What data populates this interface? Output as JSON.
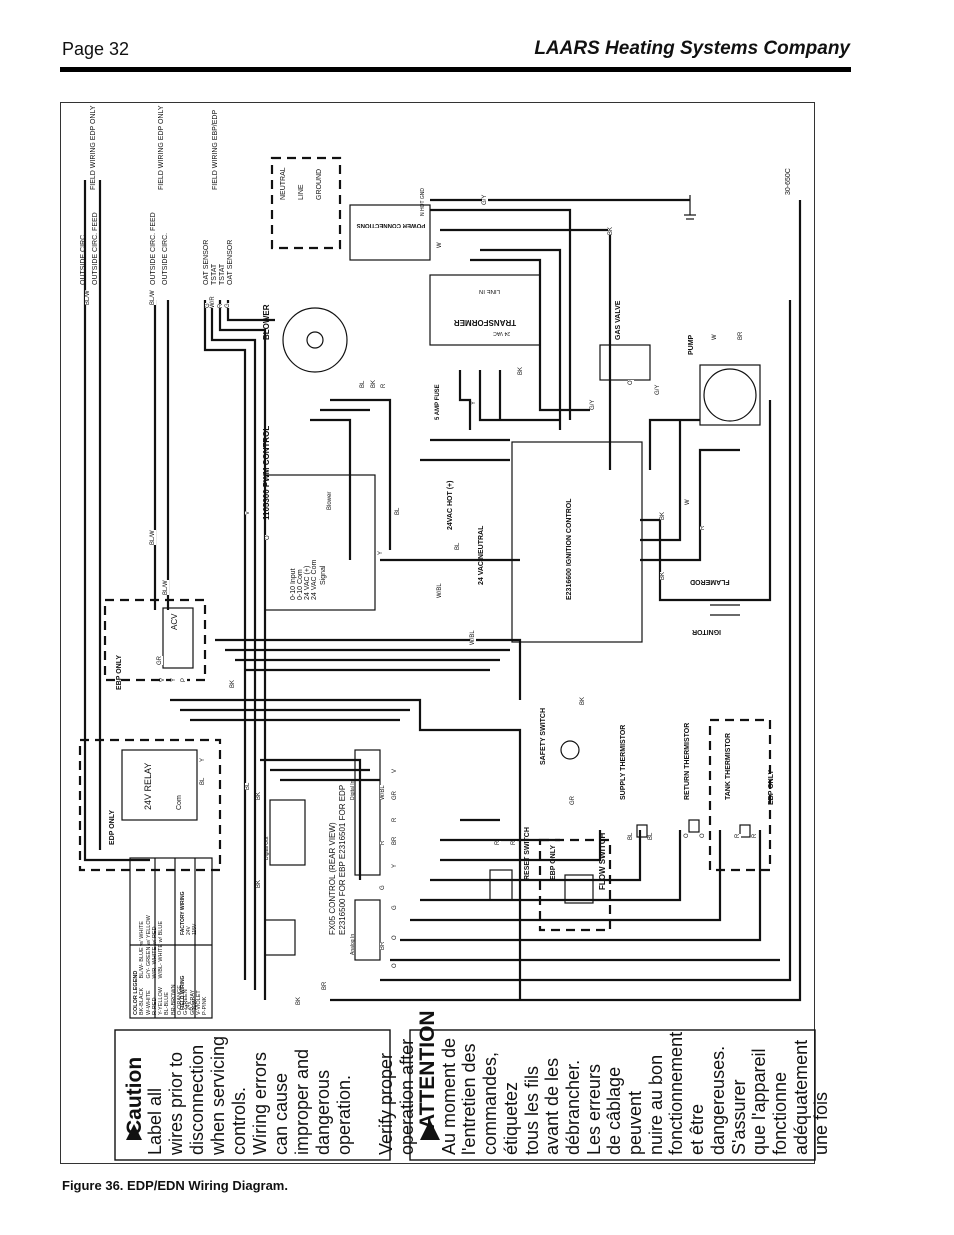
{
  "header": {
    "page": "Page 32",
    "company": "LAARS Heating Systems Company"
  },
  "caption": "Figure 36. EDP/EDN Wiring Diagram.",
  "drawing_number": "30-650C",
  "caution": {
    "title": "Caution",
    "lines": [
      "Label all",
      "wires prior to",
      "disconnection",
      "when servicing",
      "controls.",
      "Wiring errors",
      "can cause",
      "improper and",
      "dangerous",
      "operation.",
      "",
      "Verify proper",
      "operation after"
    ]
  },
  "attention": {
    "title": "ATTENTION",
    "lines": [
      "Au moment de",
      "l'entretien des",
      "commandes,",
      "étiquetez",
      "tous les fils",
      "avant de les",
      "débrancher.",
      "Les erreurs",
      "de câblage",
      "peuvent",
      "nuire au bon",
      "fonctionnement",
      "et être",
      "dangereuses.",
      "S'assurer",
      "que l'appareil",
      "fonctionne",
      "adéquatement",
      "une fois"
    ]
  },
  "legend": {
    "title": "COLOR LEGEND",
    "colors": [
      "BK-BLACK",
      "W-WHITE",
      "R-RED",
      "Y-YELLOW",
      "BL-BLUE",
      "BR-BROWN",
      "O-ORANGE",
      "G-GREEN",
      "GR-GRAY",
      "V-VIOLET",
      "P-PINK"
    ],
    "combos": [
      "BL/W- BLUE w/ WHITE",
      "G/Y- GREEN w/ YELLOW",
      "W/R- WHITE w/ RED",
      "W/BL- WHITE w/ BLUE"
    ],
    "factory_title": "FACTORY WIRING",
    "factory_rows": [
      "24V",
      "115V"
    ],
    "field_title": "FIELD WIRING",
    "field_rows": [
      "24V",
      "115V"
    ]
  },
  "labels": {
    "field_wiring_edp_1": "FIELD WIRING EDP ONLY",
    "field_wiring_edp_2": "FIELD WIRING EDP ONLY",
    "field_wiring_ebp": "FIELD WIRING EBP/EDP",
    "outside_circ_1": "OUTSIDE CIRC.",
    "outside_circ_feed_1": "OUTSIDE CIRC. FEED",
    "outside_circ_feed_2": "OUTSIDE CIRC. FEED",
    "outside_circ_2": "OUTSIDE CIRC.",
    "oat_sensor_1": "OAT SENSOR",
    "tstat_1": "TSTAT",
    "tstat_2": "TSTAT",
    "oat_sensor_2": "OAT SENSOR",
    "neutral": "NEUTRAL",
    "line": "LINE",
    "ground": "GROUND",
    "power_connections": "POWER CONNECTIONS",
    "n_hot_gnd": "N HOT GND",
    "transformer": "TRANSFORMER",
    "line_in": "LINE IN",
    "vac24": "24 VAC",
    "blower": "BLOWER",
    "gas_valve": "GAS VALVE",
    "pump": "PUMP",
    "pwm_control": "1105300 PWM CONTROL",
    "fuse": "5 AMP FUSE",
    "hot_24": "24VAC HOT (+)",
    "neutral_24": "24 VAC NEUTRAL",
    "ignition_control": "E2316600 IGNITION CONTROL",
    "flamerod": "FLAMEROD",
    "ignitor": "IGNITOR",
    "ebp_only_1": "EBP ONLY",
    "acv": "ACV",
    "edp_only": "EDP ONLY",
    "relay": "24V RELAY",
    "com": "Com",
    "pwm_input": "0-10 Input",
    "pwm_com": "0-10 Com",
    "vac_plus": "24 VAC (+)",
    "vac_com": "24 VAC Com",
    "signal": "Signal",
    "blower_conn": "Blower",
    "fx05": "FX05 CONTROL (REAR VIEW)",
    "fx05_sub": "E2316500 FOR EBP  E2316501 FOR EDP",
    "digital_in": "Digital In",
    "digital_out": "Digital Out",
    "analog_in": "Analog In",
    "safety_switch": "SAFETY SWITCH",
    "reset_switch": "RESET SWITCH",
    "ebp_only_2": "EBP ONLY",
    "flow_switch": "FLOW SWITCH",
    "supply_thermistor": "SUPPLY THERMISTOR",
    "return_thermistor": "RETURN THERMISTOR",
    "tank_thermistor": "TANK THERMISTOR",
    "ebp_only_3": "EBP ONLY"
  },
  "wire_labels": [
    "BL/W",
    "BL/W",
    "BL/W",
    "BL/W",
    "G",
    "W/R",
    "R",
    "G",
    "G/Y",
    "BK",
    "W",
    "BL",
    "BK",
    "R",
    "V",
    "BL",
    "Y",
    "O",
    "BK",
    "Y",
    "G/Y",
    "O",
    "G/Y",
    "W",
    "BR",
    "R",
    "W",
    "BK",
    "BK",
    "BL",
    "W/BL",
    "W/BL",
    "BK",
    "BK",
    "GR",
    "GR",
    "V",
    "Y",
    "P",
    "BK",
    "BL",
    "Y",
    "BL",
    "BK",
    "R",
    "R",
    "BL",
    "BL",
    "O",
    "O",
    "R",
    "R",
    "BR",
    "BR",
    "GR",
    "O",
    "V",
    "R",
    "Y",
    "G",
    "O",
    "R",
    "G",
    "BR",
    "BK",
    "W/BL"
  ],
  "colors": {
    "ink": "#111111",
    "dashed": "#111111"
  }
}
